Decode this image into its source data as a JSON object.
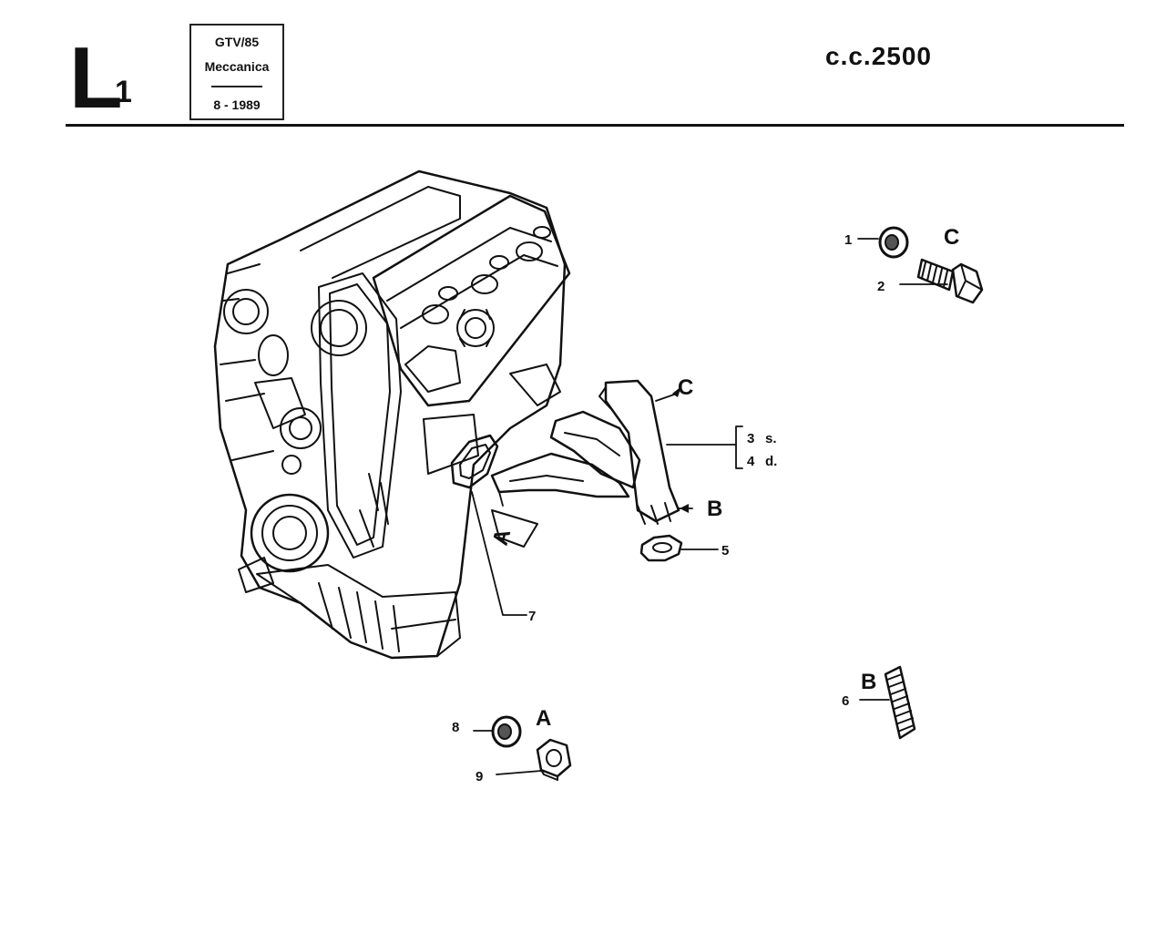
{
  "header": {
    "page_letter": "L",
    "page_sub": "1",
    "model": "GTV/85",
    "section": "Meccanica",
    "date": "8 - 1989",
    "displacement": "c.c.2500"
  },
  "callouts": {
    "n1": "1",
    "n2": "2",
    "n3": "3",
    "n3_suffix": "s.",
    "n4": "4",
    "n4_suffix": "d.",
    "n5": "5",
    "n6": "6",
    "n7": "7",
    "n8": "8",
    "n9": "9"
  },
  "letters": {
    "a_main": "A",
    "b_main": "B",
    "c_main": "C",
    "c_detail": "C",
    "b_detail": "B",
    "a_detail": "A"
  },
  "icons": [
    "engine-block-illustration",
    "exhaust-manifold",
    "manifold-gasket",
    "flange-gasket",
    "washer",
    "bolt",
    "stud",
    "nut"
  ]
}
